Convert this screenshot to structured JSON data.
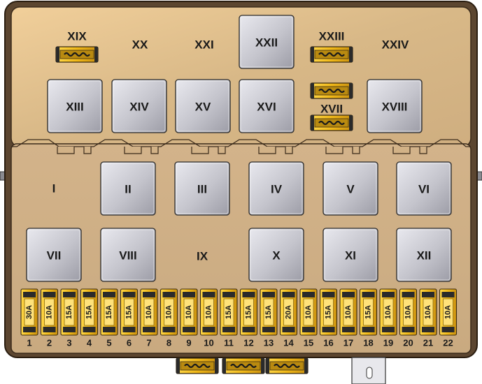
{
  "colors": {
    "box_fill_upper": "#d9b88a",
    "box_fill_lower": "#cfae84",
    "box_outline": "#3a2a1a",
    "relay_fill": "#c9c9d1",
    "fuse_gold": "#f0c020",
    "fuse_dark": "#2a2a2a",
    "label": "#1a1a1a"
  },
  "upper_row_labels": [
    "XIX",
    "XX",
    "XXI",
    "XXII",
    "XXIII",
    "XXIV"
  ],
  "upper_relays": [
    "XIII",
    "XIV",
    "XV",
    "XVI",
    "XVII",
    "XVIII"
  ],
  "lower_row1": [
    "I",
    "II",
    "III",
    "IV",
    "V",
    "VI"
  ],
  "lower_row2": [
    "VII",
    "VIII",
    "IX",
    "X",
    "XI",
    "XII"
  ],
  "fuses": [
    {
      "number": "1",
      "rating": "30A"
    },
    {
      "number": "2",
      "rating": "10A"
    },
    {
      "number": "3",
      "rating": "15A"
    },
    {
      "number": "4",
      "rating": "15A"
    },
    {
      "number": "5",
      "rating": "15A"
    },
    {
      "number": "6",
      "rating": "15A"
    },
    {
      "number": "7",
      "rating": "10A"
    },
    {
      "number": "8",
      "rating": "10A"
    },
    {
      "number": "9",
      "rating": "10A"
    },
    {
      "number": "10",
      "rating": "10A"
    },
    {
      "number": "11",
      "rating": "15A"
    },
    {
      "number": "12",
      "rating": "15A"
    },
    {
      "number": "13",
      "rating": "15A"
    },
    {
      "number": "14",
      "rating": "20A"
    },
    {
      "number": "15",
      "rating": "10A"
    },
    {
      "number": "16",
      "rating": "15A"
    },
    {
      "number": "17",
      "rating": "10A"
    },
    {
      "number": "18",
      "rating": "15A"
    },
    {
      "number": "19",
      "rating": "10A"
    },
    {
      "number": "20",
      "rating": "10A"
    },
    {
      "number": "21",
      "rating": "10A"
    },
    {
      "number": "22",
      "rating": "10A"
    }
  ]
}
